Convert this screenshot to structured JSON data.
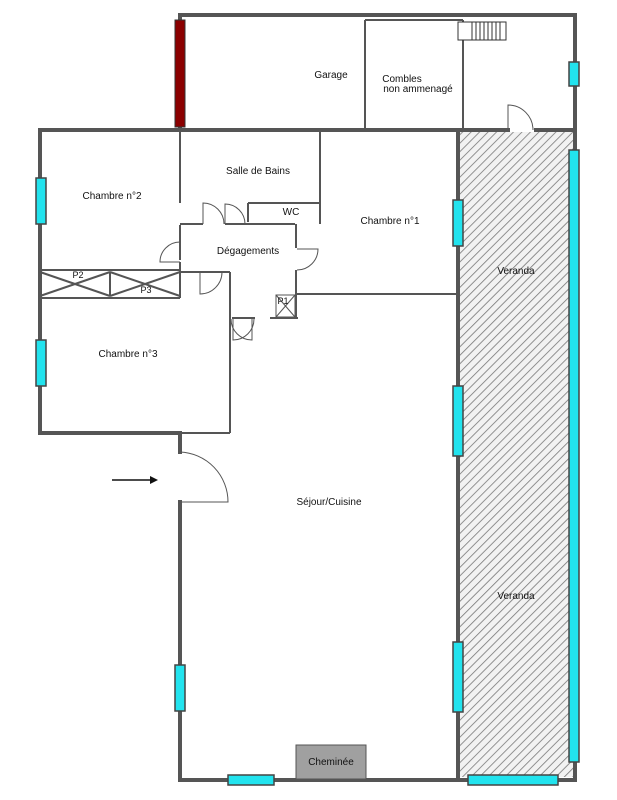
{
  "rooms": {
    "garage": "Garage",
    "combles_line1": "Combles",
    "combles_line2": "non ammenagé",
    "salle_de_bains": "Salle de Bains",
    "wc": "WC",
    "chambre2": "Chambre n°2",
    "chambre1": "Chambre n°1",
    "degagements": "Dégagements",
    "chambre3": "Chambre n°3",
    "sejour": "Séjour/Cuisine",
    "veranda_top": "Veranda",
    "veranda_bottom": "Veranda",
    "cheminee": "Cheminée"
  },
  "closets": {
    "p1": "P1",
    "p2": "P2",
    "p3": "P3"
  },
  "colors": {
    "wall": "#555555",
    "window": "#22e3ee",
    "garage_door": "#8b0000",
    "fireplace": "#a0a0a0",
    "hatch": "#777777"
  }
}
